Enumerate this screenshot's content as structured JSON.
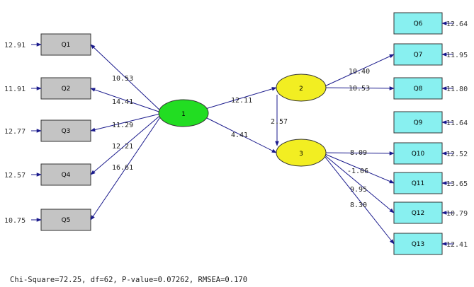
{
  "factors": [
    {
      "id": "f1",
      "label": "1",
      "color": "#22dd22"
    },
    {
      "id": "f2",
      "label": "2",
      "color": "#f2ee22"
    },
    {
      "id": "f3",
      "label": "3",
      "color": "#f2ee22"
    }
  ],
  "indicators_left": [
    {
      "id": "Q1",
      "label": "Q1",
      "error": "12.91",
      "loading": "10.53"
    },
    {
      "id": "Q2",
      "label": "Q2",
      "error": "11.91",
      "loading": "14.41"
    },
    {
      "id": "Q3",
      "label": "Q3",
      "error": "12.77",
      "loading": "11.29"
    },
    {
      "id": "Q4",
      "label": "Q4",
      "error": "12.57",
      "loading": "12.21"
    },
    {
      "id": "Q5",
      "label": "Q5",
      "error": "10.75",
      "loading": "16.61"
    }
  ],
  "indicators_right": [
    {
      "id": "Q6",
      "label": "Q6",
      "error": "12.64",
      "loading": ""
    },
    {
      "id": "Q7",
      "label": "Q7",
      "error": "11.95",
      "loading": "10.40"
    },
    {
      "id": "Q8",
      "label": "Q8",
      "error": "11.80",
      "loading": "10.53"
    },
    {
      "id": "Q9",
      "label": "Q9",
      "error": "11.64",
      "loading": ""
    },
    {
      "id": "Q10",
      "label": "Q10",
      "error": "12.52",
      "loading": "8.09"
    },
    {
      "id": "Q11",
      "label": "Q11",
      "error": "13.65",
      "loading": "-1.06"
    },
    {
      "id": "Q12",
      "label": "Q12",
      "error": "10.79",
      "loading": "9.95"
    },
    {
      "id": "Q13",
      "label": "Q13",
      "error": "12.41",
      "loading": "8.30"
    }
  ],
  "structural_paths": {
    "f1_to_f2": "12.11",
    "f1_to_f3": "4.41",
    "f2_to_f3": "2.57"
  },
  "fit_statistics": "Chi-Square=72.25, df=62, P-value=0.07262, RMSEA=0.170",
  "colors": {
    "observed_box_left": "#c4c4c4",
    "observed_box_right": "#88f0f0",
    "arrow": "#1a1a8c",
    "negative_value": "#ff0000"
  }
}
